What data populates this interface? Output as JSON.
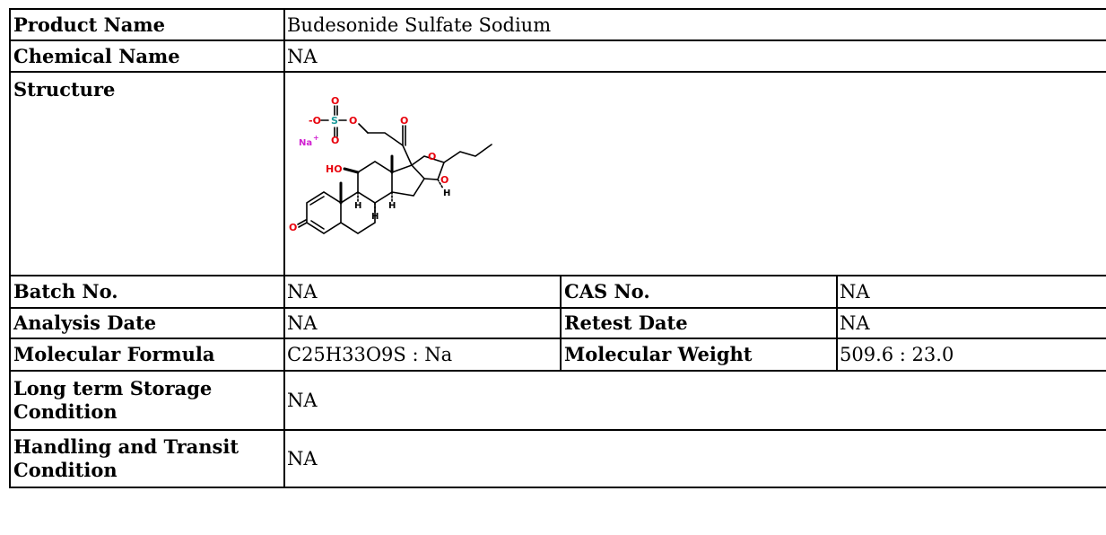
{
  "product": {
    "name_label": "Product Name",
    "name_value": "Budesonide Sulfate Sodium",
    "chemical_label": "Chemical Name",
    "chemical_value": "NA",
    "structure_label": "Structure"
  },
  "structure_labels": {
    "o_top": "O",
    "o_minus": "-O",
    "s": "S",
    "o_bridge": "O",
    "o_lower": "O",
    "na": "Na",
    "na_plus": "+",
    "ho": "HO",
    "o_keto": "O",
    "o_ring1": "O",
    "o_ring2": "O",
    "h1": "H",
    "h2": "H",
    "h3": "H",
    "h4": "H",
    "o_enone": "O"
  },
  "details": {
    "batch_label": "Batch No.",
    "batch_value": "NA",
    "cas_label": "CAS No.",
    "cas_value": "NA",
    "analysis_label": "Analysis Date",
    "analysis_value": "NA",
    "retest_label": "Retest Date",
    "retest_value": "NA",
    "formula_label": "Molecular Formula",
    "formula_value": "C25H33O9S : Na",
    "weight_label": "Molecular Weight",
    "weight_value": "509.6 : 23.0",
    "storage_label": "Long term Storage Condition",
    "storage_value": "NA",
    "handling_label": "Handling and Transit Condition",
    "handling_value": "NA"
  },
  "colors": {
    "oxygen": "#e8000b",
    "sulfur": "#1a9a9a",
    "sodium": "#d020d0",
    "bond": "#000000"
  }
}
